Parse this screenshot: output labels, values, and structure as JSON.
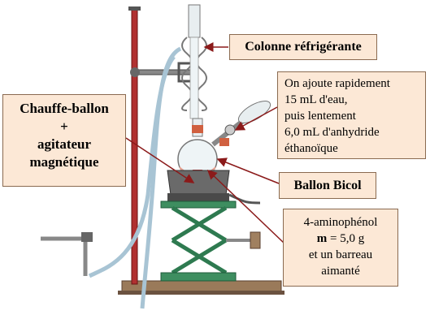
{
  "labels": {
    "colonne": "Colonne réfrigérante",
    "chauffe": [
      "Chauffe-ballon",
      "+",
      "agitateur",
      "magnétique"
    ],
    "ajoute": [
      "On ajoute rapidement",
      "15 mL d'eau,",
      "puis lentement",
      "6,0 mL d'anhydride",
      "éthanoïque"
    ],
    "ballon": "Ballon Bicol",
    "amino": {
      "line1": "4-aminophénol",
      "mass_symbol": "m",
      "mass_value": " = 5,0 g",
      "line3": "et un barreau",
      "line4": "aimanté"
    }
  },
  "colors": {
    "label_bg": "#fce8d6",
    "label_border": "#8a6a50",
    "arrow": "#8b1a1a",
    "stand_rod": "#b03030",
    "jack": "#2e8b57"
  }
}
